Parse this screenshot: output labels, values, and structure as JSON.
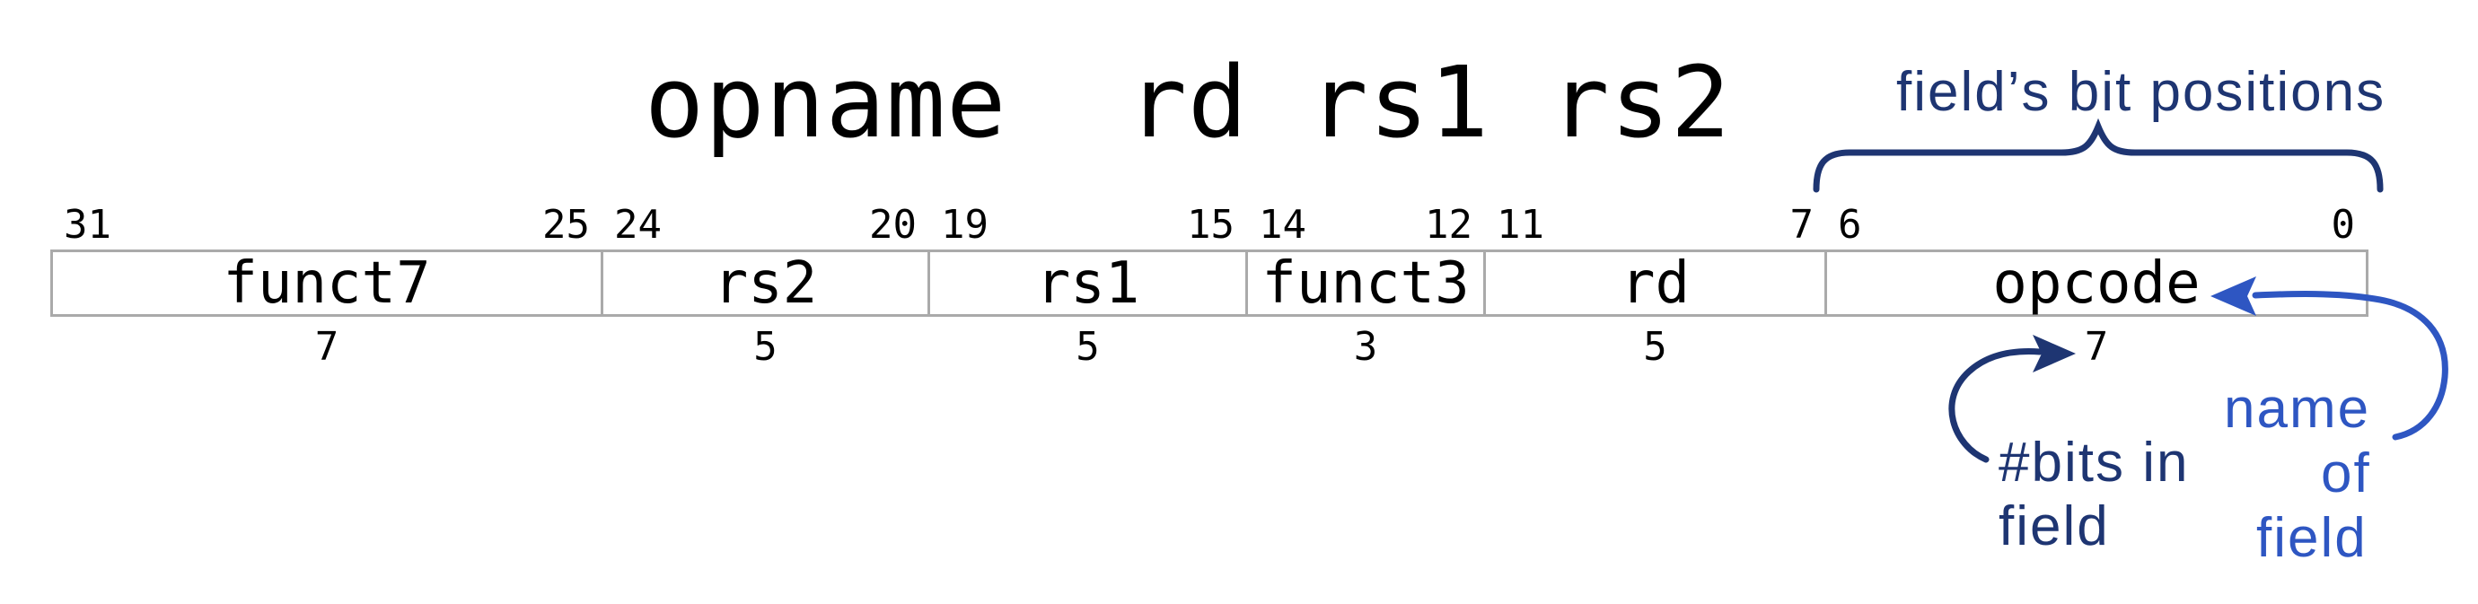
{
  "title": "opname  rd rs1 rs2",
  "instruction_fields": [
    {
      "name": "funct7",
      "hi_bit": "31",
      "lo_bit": "25",
      "bit_count": "7"
    },
    {
      "name": "rs2",
      "hi_bit": "24",
      "lo_bit": "20",
      "bit_count": "5"
    },
    {
      "name": "rs1",
      "hi_bit": "19",
      "lo_bit": "15",
      "bit_count": "5"
    },
    {
      "name": "funct3",
      "hi_bit": "14",
      "lo_bit": "12",
      "bit_count": "3"
    },
    {
      "name": "rd",
      "hi_bit": "11",
      "lo_bit": "7",
      "bit_count": "5"
    },
    {
      "name": "opcode",
      "hi_bit": "6",
      "lo_bit": "0",
      "bit_count": "7"
    }
  ],
  "annotations": {
    "bit_positions_label": "field’s bit positions",
    "bits_in_field": {
      "line1": "#bits in",
      "line2": "field"
    },
    "name_of_field": {
      "line1": "name",
      "line2": "of",
      "line3": "field"
    }
  },
  "colors": {
    "navy": "#1e3572",
    "blue": "#2e56c2",
    "table_border": "#aaaaaa",
    "text_black": "#000000",
    "background": "#ffffff"
  }
}
